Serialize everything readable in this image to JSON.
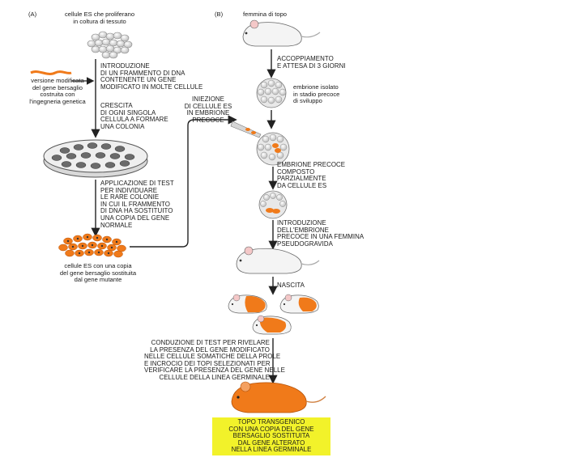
{
  "panel_a": {
    "letter": "(A)",
    "es_cells_label": "cellule ES che proliferano\nin coltura di tessuto",
    "step_introduction": "INTRODUZIONE\nDI UN FRAMMENTO DI DNA\nCONTENENTE UN GENE\nMODIFICATO IN MOLTE CELLULE",
    "modified_gene_label": "versione modificata\ndel gene bersaglio\ncostruita con\nl'ingegneria genetica",
    "step_growth": "CRESCITA\nDI OGNI SINGOLA\nCELLULA A FORMARE\nUNA COLONIA",
    "step_test": "APPLICAZIONE DI TEST\nPER INDIVIDUARE\nLE RARE COLONIE\nIN CUI IL FRAMMENTO\nDI DNA HA SOSTITUITO\nUNA COPIA DEL GENE\nNORMALE",
    "es_mutant_label": "cellule ES con una copia\ndel gene bersaglio sostituita\ndal gene mutante"
  },
  "panel_b": {
    "letter": "(B)",
    "female_mouse_label": "femmina di topo",
    "step_mating": "ACCOPPIAMENTO\nE ATTESA DI 3 GIORNI",
    "isolated_embryo_label": "embrione isolato\nin stadio precoce\ndi sviluppo",
    "step_injection": "INIEZIONE\nDI CELLULE ES\nIN EMBRIONE\nPRECOCE",
    "early_embryo_label": "EMBRIONE PRECOCE\nCOMPOSTO\nPARZIALMENTE\nDA CELLULE ES",
    "step_implant": "INTRODUZIONE\nDELL'EMBRIONE\nPRECOCE IN UNA FEMMINA\nPSEUDOGRAVIDA",
    "step_birth": "NASCITA",
    "step_test_progeny": "CONDUZIONE DI TEST PER RIVELARE\nLA PRESENZA DEL GENE MODIFICATO\nNELLE CELLULE SOMATICHE DELLA PROLE\nE INCROCIO DEI TOPI SELEZIONATI PER\nVERIFICARE LA PRESENZA DEL GENE NELLE\nCELLULE DELLA LINEA GERMINALE",
    "result_label": "TOPO TRANSGENICO\nCON UNA COPIA DEL GENE\nBERSAGLIO SOSTITUITA\nDAL GENE ALTERATO\nNELLA LINEA GERMINALE"
  },
  "colors": {
    "orange": "#f07a1a",
    "highlight": "#f2f22a",
    "petri_gray": "#6b6b6b",
    "mouse_white": "#f4f4f4"
  }
}
